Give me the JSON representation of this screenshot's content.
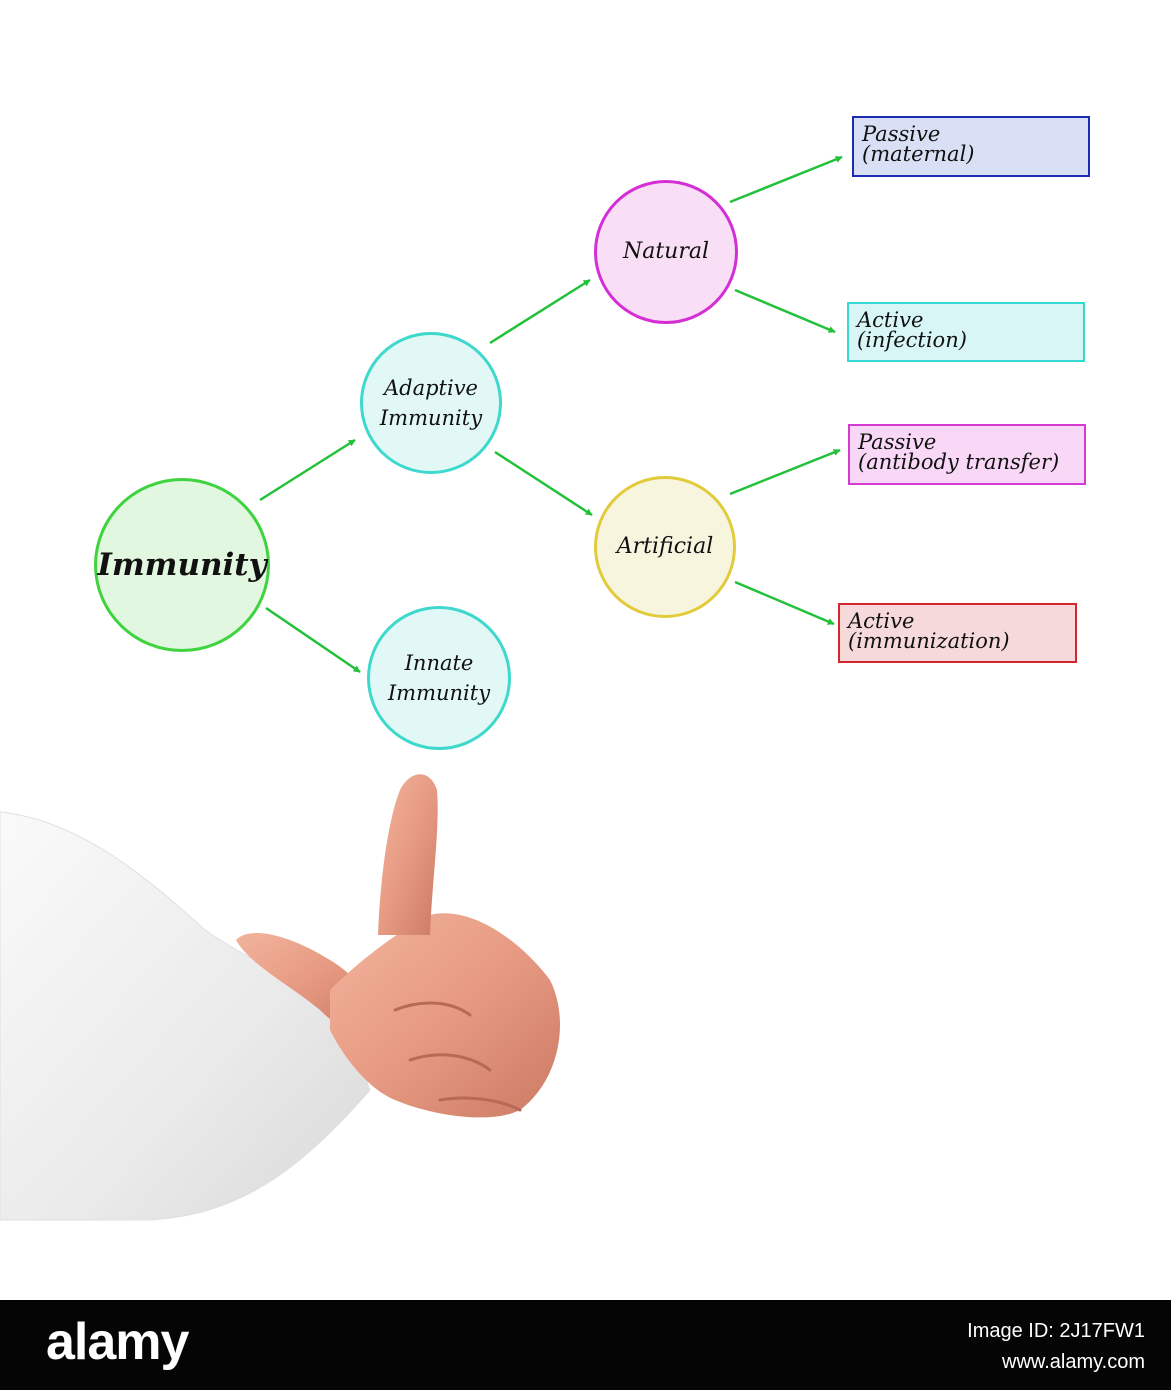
{
  "nodes": {
    "immunity": {
      "label": "Immunity",
      "border": "#3fd33f",
      "fill": "#e1f7df"
    },
    "adaptive": {
      "label": "Adaptive\nImmunity",
      "border": "#3ed8cc",
      "fill": "#e2f8f6"
    },
    "innate": {
      "label": "Innate\nImmunity",
      "border": "#3ed8cc",
      "fill": "#e2f8f6"
    },
    "natural": {
      "label": "Natural",
      "border": "#d52ed5",
      "fill": "#f8dff5"
    },
    "artificial": {
      "label": "Artificial",
      "border": "#e1cb3b",
      "fill": "#f8f5df"
    }
  },
  "boxes": {
    "passive_maternal": {
      "label": "Passive\n(maternal)",
      "border": "#1c2bb3",
      "fill": "#d9e0f6"
    },
    "active_infection": {
      "label": "Active\n(infection)",
      "border": "#36d8cf",
      "fill": "#d9f6f6"
    },
    "passive_antibody": {
      "label": "Passive\n(antibody transfer)",
      "border": "#d53ad1",
      "fill": "#f8d8f6"
    },
    "active_immunization": {
      "label": "Active\n(immunization)",
      "border": "#d4262d",
      "fill": "#f6d9da"
    }
  },
  "arrow_color": "#22c139",
  "footer": {
    "brand": "alamy",
    "image_id": "Image ID: 2J17FW1",
    "url": "www.alamy.com"
  }
}
